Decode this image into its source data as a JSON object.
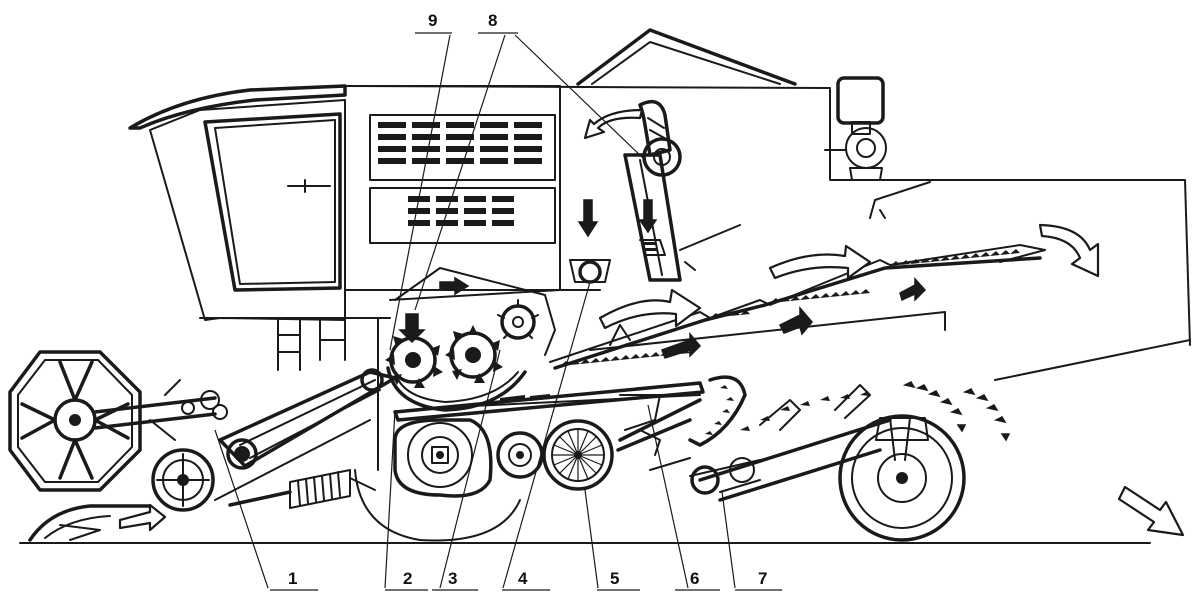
{
  "colors": {
    "ink": "#1a1a1a",
    "background": "#ffffff"
  },
  "callouts": [
    {
      "id": "1",
      "label": "1"
    },
    {
      "id": "2",
      "label": "2"
    },
    {
      "id": "3",
      "label": "3"
    },
    {
      "id": "4",
      "label": "4"
    },
    {
      "id": "5",
      "label": "5"
    },
    {
      "id": "6",
      "label": "6"
    },
    {
      "id": "7",
      "label": "7"
    },
    {
      "id": "8",
      "label": "8"
    },
    {
      "id": "9",
      "label": "9"
    }
  ]
}
